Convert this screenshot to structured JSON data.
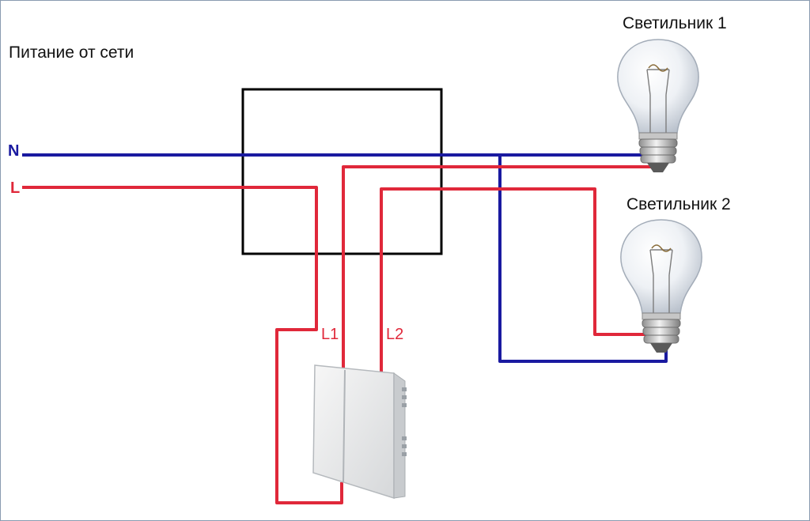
{
  "labels": {
    "power_source": "Питание от сети",
    "lamp1": "Светильник 1",
    "lamp2": "Светильник 2",
    "neutral": "N",
    "line": "L",
    "line1": "L1",
    "line2": "L2"
  },
  "colors": {
    "neutral_wire": "#1a1aa0",
    "line_wire": "#e0283a",
    "junction_box": "#000000",
    "frame": "#8a9bb0"
  },
  "icons": {
    "lamp": "light-bulb-icon",
    "switch": "two-gang-switch-icon"
  }
}
